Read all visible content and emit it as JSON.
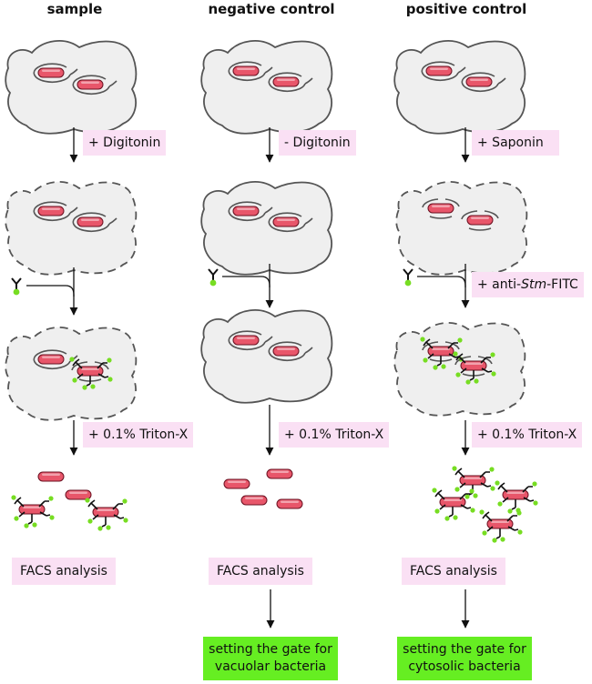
{
  "headers": {
    "sample": "sample",
    "negative": "negative control",
    "positive": "positive control"
  },
  "steps": {
    "sample_digitonin": "+ Digitonin",
    "negative_digitonin": "- Digitonin",
    "positive_saponin": "+ Saponin",
    "antibody_prefix": "+ anti-",
    "antibody_species": "Stm",
    "antibody_suffix": "-FITC",
    "triton_sample": "+ 0.1% Triton-X",
    "triton_negative": "+ 0.1% Triton-X",
    "triton_positive": "+ 0.1% Triton-X"
  },
  "facs": {
    "sample": "FACS analysis",
    "negative": "FACS analysis",
    "positive": "FACS analysis"
  },
  "results": {
    "vacuolar_line1": "setting the gate for",
    "vacuolar_line2": "vacuolar bacteria",
    "cytosolic_line1": "setting the gate for",
    "cytosolic_line2": "cytosolic bacteria"
  },
  "colors": {
    "cell_fill": "#efefef",
    "bacterium": "#e8566a",
    "label_bg": "#fae0f4",
    "result_bg": "#66ee22",
    "fitc": "#77dd22"
  }
}
